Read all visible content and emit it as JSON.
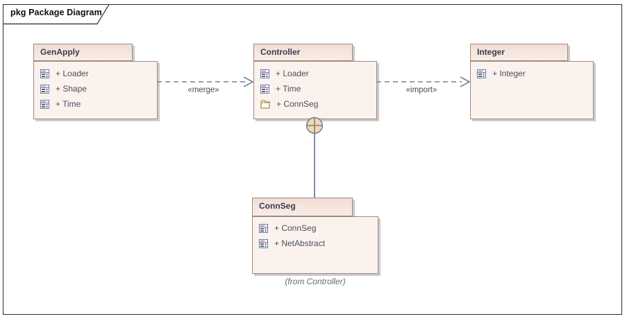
{
  "frame": {
    "title": "pkg Package Diagram"
  },
  "colors": {
    "package_body_fill": "#fcf2ed",
    "package_header_fill": "#f3e0d8",
    "package_border": "#9c8a82",
    "connector": "#72819f",
    "containment_circle_fill": "#f3d9a5",
    "shadow": "#cccccc",
    "item_text": "#474f5c",
    "title_text": "#3b3b4d"
  },
  "packages": [
    {
      "name": "GenApply",
      "items": [
        {
          "icon": "class-icon",
          "label": "+ Loader"
        },
        {
          "icon": "class-icon",
          "label": "+ Shape"
        },
        {
          "icon": "class-icon",
          "label": "+ Time"
        }
      ]
    },
    {
      "name": "Controller",
      "items": [
        {
          "icon": "class-icon",
          "label": "+ Loader"
        },
        {
          "icon": "class-icon",
          "label": "+ Time"
        },
        {
          "icon": "package-icon",
          "label": "+ ConnSeg"
        }
      ]
    },
    {
      "name": "Integer",
      "items": [
        {
          "icon": "class-icon",
          "label": "+ Integer"
        }
      ]
    },
    {
      "name": "ConnSeg",
      "items": [
        {
          "icon": "class-icon",
          "label": "+ ConnSeg"
        },
        {
          "icon": "class-icon",
          "label": "+ NetAbstract"
        }
      ],
      "note": "(from Controller)"
    }
  ],
  "connectors": [
    {
      "type": "dashed-open-arrow",
      "from": "GenApply",
      "to": "Controller",
      "label": "«merge»"
    },
    {
      "type": "dashed-open-arrow",
      "from": "Controller",
      "to": "Integer",
      "label": "«import»"
    },
    {
      "type": "containment",
      "from": "Controller",
      "to": "ConnSeg",
      "label": ""
    }
  ]
}
